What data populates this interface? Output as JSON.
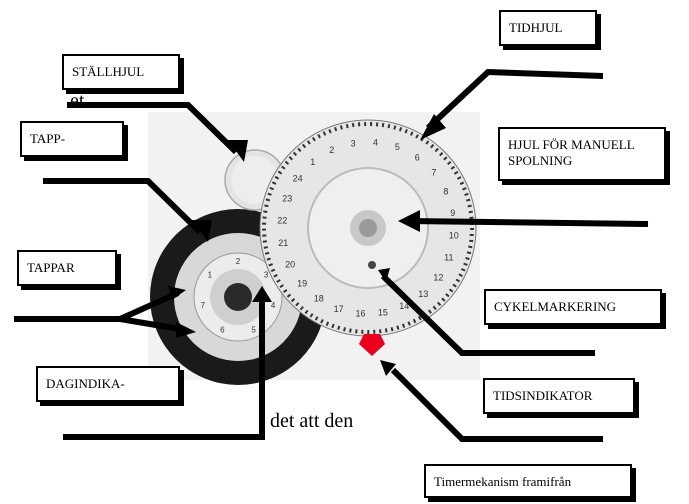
{
  "labels": {
    "tidhjul": "TIDHJUL",
    "stallhjul": "STÄLLHJUL",
    "tapp": "TAPP-",
    "hjul_manuell": "HJUL FÖR MANUELL\nSPOLNING",
    "tappar": "TAPPAR",
    "cykelmarkering": "CYKELMARKERING",
    "dagindika": "DAGINDIKA-",
    "tidsindikator": "TIDSINDIKATOR",
    "caption": "Timermekanism framifrån"
  },
  "stray_text": {
    "top_left": "et.",
    "bottom_center": "det att den"
  },
  "dial_numbers": [
    "3",
    "4",
    "5",
    "6",
    "7",
    "8",
    "9",
    "10",
    "11",
    "12",
    "13",
    "14",
    "15",
    "16",
    "17",
    "18",
    "19",
    "20",
    "21",
    "22",
    "23",
    "24",
    "1",
    "2"
  ],
  "day_numbers": [
    "2",
    "3",
    "4",
    "5",
    "6",
    "7",
    "1"
  ],
  "colors": {
    "background_panel": "#f0f0f0",
    "wheel_white": "#e8e8e8",
    "wheel_dark": "#1a1a1a",
    "indicator_red": "#e8001c",
    "arrow": "#000000"
  }
}
